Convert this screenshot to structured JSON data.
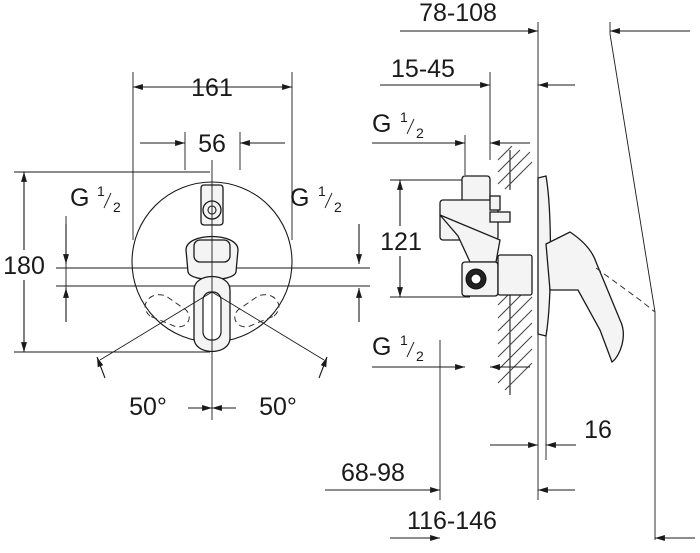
{
  "front_view": {
    "width_overall": "161",
    "width_inner": "56",
    "height_overall": "180",
    "thread_left": {
      "main": "G",
      "num": "1",
      "den": "2"
    },
    "thread_right": {
      "main": "G",
      "num": "1",
      "den": "2"
    },
    "angle_left": "50°",
    "angle_right": "50°"
  },
  "side_view": {
    "depth_top": "78-108",
    "depth_body": "15-45",
    "thread_top": {
      "main": "G",
      "num": "1",
      "den": "2"
    },
    "height_ports": "121",
    "thread_bottom": {
      "main": "G",
      "num": "1",
      "den": "2"
    },
    "lever_offset": "16",
    "depth_68": "68-98",
    "depth_bottom": "116-146"
  }
}
